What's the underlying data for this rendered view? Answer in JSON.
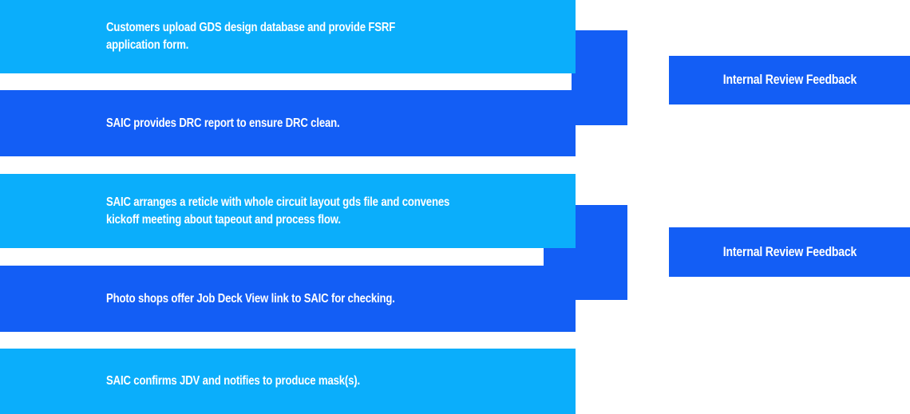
{
  "colors": {
    "light_blue": "#0BAEFB",
    "medium_blue": "#135EF5",
    "text_white": "#FFFFFF",
    "background": "#FFFFFF"
  },
  "flow_steps": [
    {
      "order": 1,
      "tone": "light",
      "text": "Customers upload GDS design database and provide FSRF\napplication form."
    },
    {
      "order": 2,
      "tone": "medium",
      "text": "SAIC provides DRC report to ensure DRC clean."
    },
    {
      "order": 3,
      "tone": "light",
      "text": "SAIC arranges a reticle with whole circuit layout gds file and convenes\nkickoff meeting about tapeout and process flow."
    },
    {
      "order": 4,
      "tone": "medium",
      "text": "Photo shops offer Job Deck View link to SAIC for checking."
    },
    {
      "order": 5,
      "tone": "light",
      "text": "SAIC confirms JDV and notifies to produce mask(s)."
    }
  ],
  "feedback_labels": [
    {
      "text": "Internal Review Feedback"
    },
    {
      "text": "Internal Review Feedback"
    }
  ]
}
